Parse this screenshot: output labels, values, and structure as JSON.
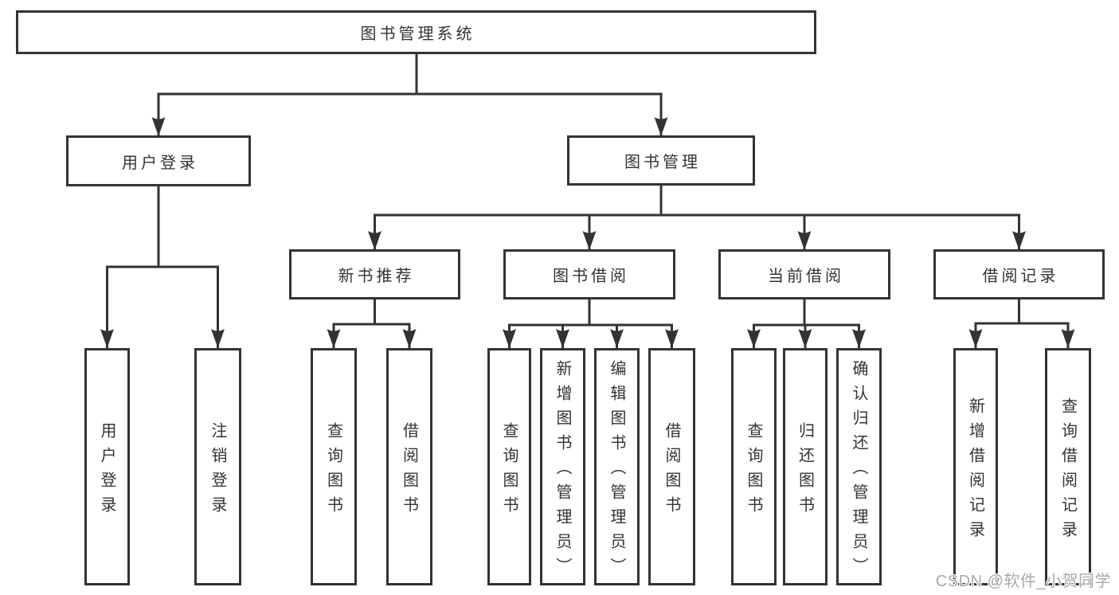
{
  "tree": {
    "root": {
      "label": "图书管理系统"
    },
    "user": {
      "label": "用户登录",
      "children": [
        {
          "label": "用户登录"
        },
        {
          "label": "注销登录"
        }
      ]
    },
    "books": {
      "label": "图书管理",
      "sections": [
        {
          "label": "新书推荐",
          "children": [
            {
              "label": "查询图书"
            },
            {
              "label": "借阅图书"
            }
          ]
        },
        {
          "label": "图书借阅",
          "children": [
            {
              "label": "查询图书"
            },
            {
              "label": "新增图书（管理员）"
            },
            {
              "label": "编辑图书（管理员）"
            },
            {
              "label": "借阅图书"
            }
          ]
        },
        {
          "label": "当前借阅",
          "children": [
            {
              "label": "查询图书"
            },
            {
              "label": "归还图书"
            },
            {
              "label": "确认归还（管理员）"
            }
          ]
        },
        {
          "label": "借阅记录",
          "children": [
            {
              "label": "新增借阅记录"
            },
            {
              "label": "查询借阅记录"
            }
          ]
        }
      ]
    }
  },
  "watermark": "CSDN @软件_小贺同学",
  "colors": {
    "line": "#333333",
    "text": "#333333",
    "background": "#ffffff",
    "watermark": "#a9a9a9"
  }
}
